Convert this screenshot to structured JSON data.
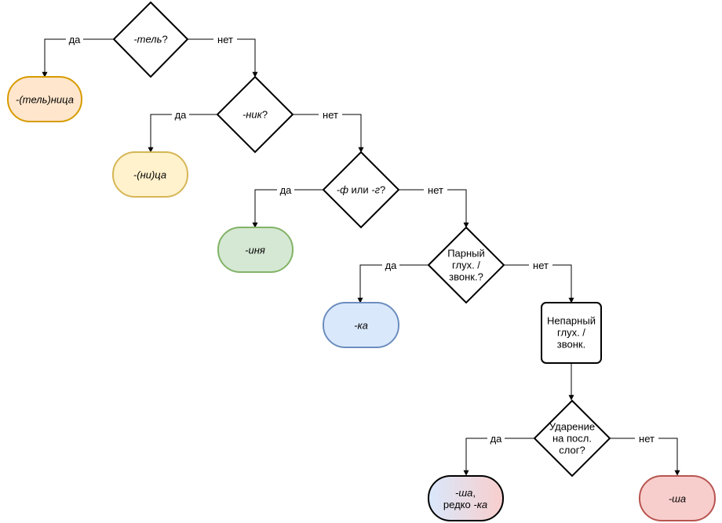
{
  "diagram": {
    "decisions": {
      "tel": {
        "lines": [
          [
            [
              "-тель",
              true
            ],
            [
              "?",
              false
            ]
          ]
        ]
      },
      "nik": {
        "lines": [
          [
            [
              "-ник",
              true
            ],
            [
              "?",
              false
            ]
          ]
        ]
      },
      "f_g": {
        "lines": [
          [
            [
              "-ф",
              true
            ],
            [
              " или ",
              false
            ],
            [
              "-г",
              true
            ],
            [
              "?",
              false
            ]
          ]
        ]
      },
      "pair": {
        "lines": [
          [
            [
              "Парный",
              false
            ]
          ],
          [
            [
              "глух. /",
              false
            ]
          ],
          [
            [
              "звонк.?",
              false
            ]
          ]
        ]
      },
      "stress": {
        "lines": [
          [
            [
              "Ударение",
              false
            ]
          ],
          [
            [
              "на посл.",
              false
            ]
          ],
          [
            [
              "слог?",
              false
            ]
          ]
        ]
      }
    },
    "process": {
      "unpaired": {
        "lines": [
          [
            [
              "Непарный",
              false
            ]
          ],
          [
            [
              "глух. /",
              false
            ]
          ],
          [
            [
              "звонк.",
              false
            ]
          ]
        ]
      }
    },
    "results": {
      "telnitsa": {
        "lines": [
          [
            [
              "-(тель)ница",
              true
            ]
          ]
        ],
        "fill": "#ffe6cc",
        "stroke": "#d79b00"
      },
      "nitsa": {
        "lines": [
          [
            [
              "-(ни)ца",
              true
            ]
          ]
        ],
        "fill": "#fff2cc",
        "stroke": "#d6b656"
      },
      "inya": {
        "lines": [
          [
            [
              "-иня",
              true
            ]
          ]
        ],
        "fill": "#d5e8d4",
        "stroke": "#82b366"
      },
      "ka": {
        "lines": [
          [
            [
              "-ка",
              true
            ]
          ]
        ],
        "fill": "#dae8fc",
        "stroke": "#6c8ebf"
      },
      "sha_ka": {
        "lines": [
          [
            [
              "-ша",
              true
            ],
            [
              ",",
              false
            ]
          ],
          [
            [
              "редко ",
              false
            ],
            [
              "-ка",
              true
            ]
          ]
        ],
        "fill_from": "#dae8fc",
        "fill_to": "#f8cecc",
        "stroke": "#000000"
      },
      "sha": {
        "lines": [
          [
            [
              "-ша",
              true
            ]
          ]
        ],
        "fill": "#f8cecc",
        "stroke": "#b85450"
      }
    },
    "labels": {
      "yes": "да",
      "no": "нет"
    }
  }
}
